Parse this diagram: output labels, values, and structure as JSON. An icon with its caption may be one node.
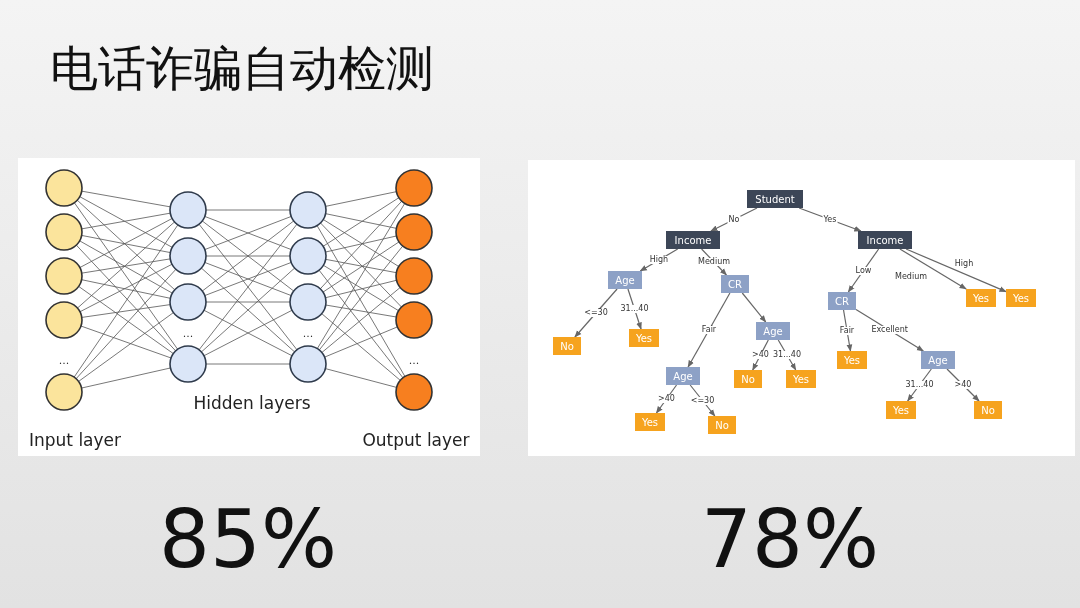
{
  "diagram": {
    "title": "电话诈骗自动检测",
    "nodes": [
      {
        "text": [
          "Student"
        ]
      },
      {
        "text": [
          "Income"
        ]
      },
      {
        "text": [
          "Income"
        ]
      },
      {
        "text": [
          "Age"
        ]
      },
      {
        "text": [
          "CR"
        ]
      },
      {
        "text": [
          "Yes"
        ]
      },
      {
        "text": [
          "Yes"
        ]
      },
      {
        "text": [
          "CR"
        ]
      },
      {
        "text": [
          "Age"
        ]
      },
      {
        "text": [
          "No"
        ]
      },
      {
        "text": [
          "Yes"
        ]
      },
      {
        "text": [
          "Yes"
        ]
      },
      {
        "text": [
          "Age"
        ]
      },
      {
        "text": [
          "Age"
        ]
      },
      {
        "text": [
          "No"
        ]
      },
      {
        "text": [
          "Yes"
        ]
      },
      {
        "text": [
          "Yes"
        ]
      },
      {
        "text": [
          "No"
        ]
      },
      {
        "text": [
          "Yes"
        ]
      },
      {
        "text": [
          "No"
        ]
      }
    ],
    "edges": [
      {
        "from": 0,
        "to": 1,
        "arrow": "to",
        "label": "No"
      },
      {
        "from": 0,
        "to": 2,
        "arrow": "to",
        "label": "Yes"
      },
      {
        "from": 1,
        "to": 3,
        "arrow": "to",
        "label": "High"
      },
      {
        "from": 1,
        "to": 4,
        "arrow": "to",
        "label": "Medium"
      },
      {
        "from": 2,
        "to": 7,
        "arrow": "to",
        "label": "Low"
      },
      {
        "from": 2,
        "to": 5,
        "arrow": "to",
        "label": "Medium"
      },
      {
        "from": 2,
        "to": 6,
        "arrow": "to",
        "label": "High"
      },
      {
        "from": 3,
        "to": 9,
        "arrow": "to",
        "label": "<=30"
      },
      {
        "from": 3,
        "to": 10,
        "arrow": "to",
        "label": "31...40"
      },
      {
        "from": 4,
        "to": 13,
        "arrow": "to",
        "label": "Fair"
      },
      {
        "from": 4,
        "to": 8,
        "arrow": "to"
      },
      {
        "from": 7,
        "to": 11,
        "arrow": "to",
        "label": "Fair"
      },
      {
        "from": 7,
        "to": 12,
        "arrow": "to",
        "label": "Excellent"
      },
      {
        "from": 8,
        "to": 14,
        "arrow": "to",
        "label": ">40"
      },
      {
        "from": 8,
        "to": 15,
        "arrow": "to",
        "label": "31...40"
      },
      {
        "from": 13,
        "to": 16,
        "arrow": "to",
        "label": ">40"
      },
      {
        "from": 13,
        "to": 17,
        "arrow": "to",
        "label": "<=30"
      },
      {
        "from": 12,
        "to": 18,
        "arrow": "to",
        "label": "31...40"
      },
      {
        "from": 12,
        "to": 19,
        "arrow": "to",
        "label": ">40"
      }
    ],
    "labels": [
      "...",
      "...",
      "...",
      "...",
      "Input layer",
      "Hidden layers",
      "Output layer",
      "85%",
      "78%"
    ]
  }
}
